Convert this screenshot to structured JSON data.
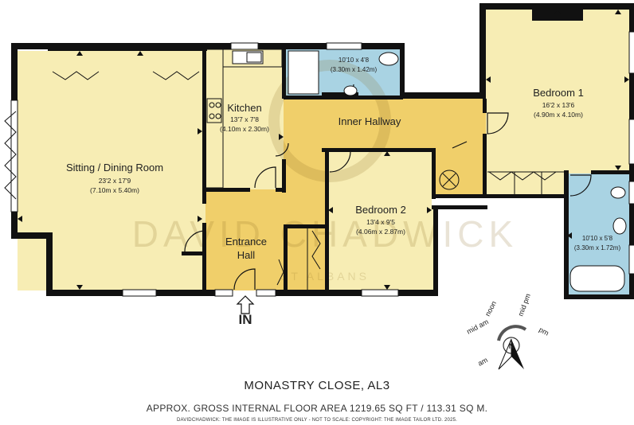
{
  "rooms": {
    "sitting": {
      "name": "Sitting / Dining Room",
      "imperial": "23'2 x 17'9",
      "metric": "(7.10m x 5.40m)"
    },
    "kitchen": {
      "name": "Kitchen",
      "imperial": "13'7 x 7'8",
      "metric": "(4.10m x 2.30m)"
    },
    "shower": {
      "imperial": "10'10 x 4'8",
      "metric": "(3.30m x 1.42m)"
    },
    "inner_hallway": {
      "name": "Inner Hallway"
    },
    "bedroom1": {
      "name": "Bedroom 1",
      "imperial": "16'2 x 13'6",
      "metric": "(4.90m x 4.10m)"
    },
    "bedroom2": {
      "name": "Bedroom 2",
      "imperial": "13'4 x 9'5",
      "metric": "(4.06m x 2.87m)"
    },
    "entrance": {
      "name_line1": "Entrance",
      "name_line2": "Hall"
    },
    "bathroom": {
      "imperial": "10'10 x 5'8",
      "metric": "(3.30m x 1.72m)"
    }
  },
  "entry_label": "IN",
  "watermark": {
    "line1": "DAVID CHADWICK",
    "line2": "ST ALBANS"
  },
  "compass": {
    "labels": [
      "mid am",
      "noon",
      "mid pm",
      "pm",
      "am"
    ],
    "north": "N"
  },
  "address": "MONASTRY CLOSE, AL3",
  "area": "APPROX. GROSS INTERNAL FLOOR AREA 1219.65 SQ FT / 113.31 SQ M.",
  "copyright": "DAVIDCHADWICK: THE IMAGE IS ILLUSTRATIVE ONLY - NOT TO SCALE: COPYRIGHT: THE IMAGE TAILOR LTD. 2025.",
  "colors": {
    "room_fill": "#F7EDB4",
    "hall_fill": "#F0CF6A",
    "bath_fill": "#A9D3E3",
    "wall": "#111111"
  }
}
